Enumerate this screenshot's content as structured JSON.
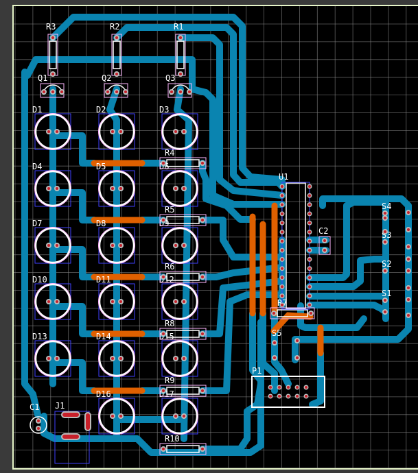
{
  "colors": {
    "background": "#000000",
    "outside": "#3a3a3a",
    "board_outline": "#e6f5c8",
    "grid": "#8a8a8a",
    "bottom_copper": "#0a84b0",
    "top_copper": "#e06000",
    "pad": "#c8202a",
    "silkscreen": "#ffffff",
    "courtyard": "#ffb8ff",
    "body": "#4040ff"
  },
  "leds": [
    "D1",
    "D2",
    "D3",
    "D4",
    "D5",
    "D6",
    "D7",
    "D8",
    "D9",
    "D10",
    "D11",
    "D12",
    "D13",
    "D14",
    "D15",
    "D16",
    "D17"
  ],
  "resistors": [
    "R1",
    "R2",
    "R3",
    "R4",
    "R5",
    "R6",
    "R7",
    "R8",
    "R9",
    "R10"
  ],
  "transistors": [
    "Q1",
    "Q2",
    "Q3"
  ],
  "ic": {
    "label": "U1",
    "pins_per_side": 14
  },
  "capacitors": [
    "C1",
    "C2"
  ],
  "connectors": [
    "J1",
    "P1"
  ],
  "switches": [
    "S1",
    "S2",
    "S3",
    "S4",
    "S5"
  ]
}
